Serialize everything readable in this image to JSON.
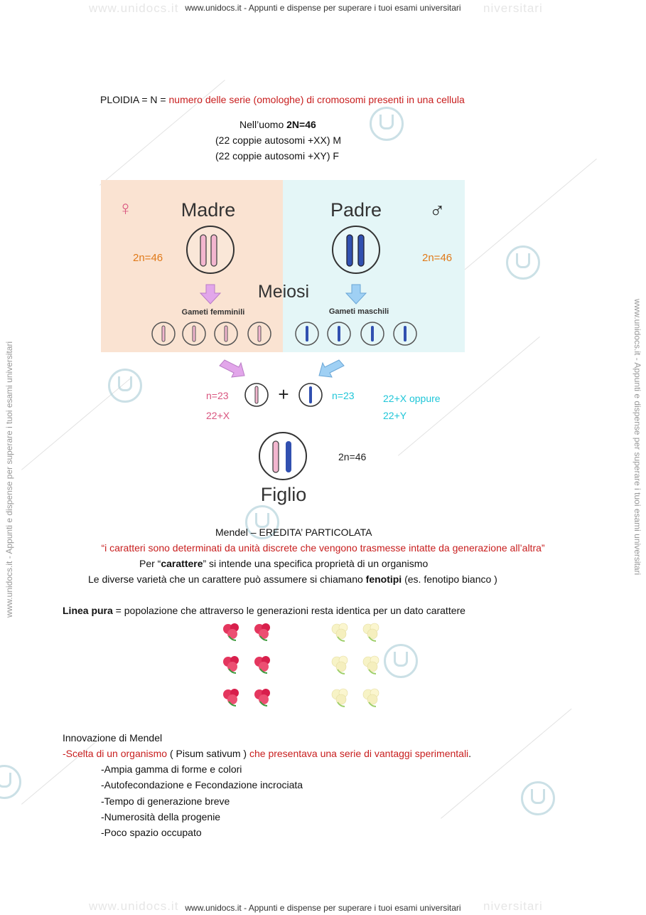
{
  "header": {
    "watermark_text": "www.unidocs.it - Appunti e dispense per superare i tuoi esami universitari"
  },
  "ploidia": {
    "label": "PLOIDIA = N = ",
    "definition": "numero delle serie (omologhe) di cromosomi presenti in una cellula"
  },
  "uomo": {
    "line1_prefix": "Nell’uomo ",
    "line1_bold": "2N=46",
    "line2": "(22 coppie autosomi +XX) M",
    "line3": "(22 coppie autosomi +XY)  F"
  },
  "diagram": {
    "madre": "Madre",
    "padre": "Padre",
    "madre_2n": "2n=46",
    "padre_2n": "2n=46",
    "meiosi": "Meiosi",
    "gameti_femminili": "Gameti femminili",
    "gameti_maschili": "Gameti maschili",
    "left_n": "n=23",
    "left_chrom": "22+X",
    "plus": "+",
    "right_n": "n=23",
    "right_chrom_1": "22+X oppure",
    "right_chrom_2": "22+Y",
    "figlio": "Figlio",
    "figlio_2n": "2n=46",
    "female_symbol": "♀",
    "male_symbol": "♂",
    "colors": {
      "madre_bg": "#fae3d2",
      "padre_bg": "#e4f6f7",
      "pink": "#d9557f",
      "cyan": "#1fc6d8",
      "orange": "#e07a1a",
      "blue": "#2f4aa8"
    }
  },
  "mendel": {
    "title": "Mendel – EREDITA’ PARTICOLATA",
    "quote": "“i caratteri sono determinati da unità discrete che vengono trasmesse intatte da generazione all’altra”",
    "carattere_prefix": "Per  “",
    "carattere_bold": "carattere",
    "carattere_suffix": "” si intende una specifica proprietà di un organismo",
    "fenotipi_prefix": "Le diverse varietà  che un carattere può assumere si chiamano ",
    "fenotipi_bold": "fenotipi",
    "fenotipi_suffix": " (es. fenotipo bianco )"
  },
  "linea_pura": {
    "bold": "Linea pura",
    "text": " = popolazione che attraverso le generazioni resta identica per un dato carattere"
  },
  "innovazione": {
    "title": "Innovazione di Mendel",
    "scelta_red1": "-Scelta di un organismo",
    "scelta_mid": " ( Pisum sativum ) ",
    "scelta_red2": "che presentava una serie di vantaggi sperimentali",
    "scelta_end": ".",
    "items": [
      "-Ampia gamma di forme e colori",
      "-Autofecondazione e Fecondazione incrociata",
      "-Tempo di generazione breve",
      "-Numerosità della progenie",
      "-Poco spazio occupato"
    ]
  }
}
